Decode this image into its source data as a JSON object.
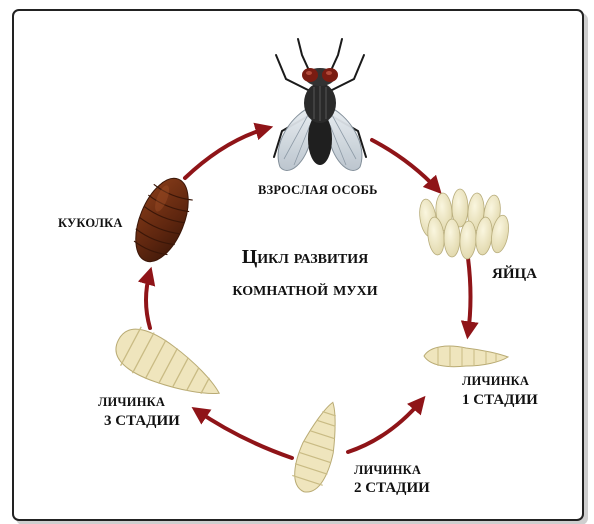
{
  "diagram": {
    "title_line1": "Цикл развития",
    "title_line2": "комнатной мухи",
    "labels": {
      "adult": "ВЗРОСЛАЯ ОСОБЬ",
      "eggs": "ЯЙЦА",
      "larva1_word": "ЛИЧИНКА",
      "larva1_stage": "1 СТАДИИ",
      "larva2_word": "ЛИЧИНКА",
      "larva2_stage": "2 СТАДИИ",
      "larva3_word": "ЛИЧИНКА",
      "larva3_stage": "3 СТАДИИ",
      "pupa": "КУКОЛКА"
    },
    "colors": {
      "arrow": "#8f1418",
      "larva_fill": "#efe5bd",
      "pupa": "#6a2c12",
      "egg": "#eee7c4"
    }
  }
}
